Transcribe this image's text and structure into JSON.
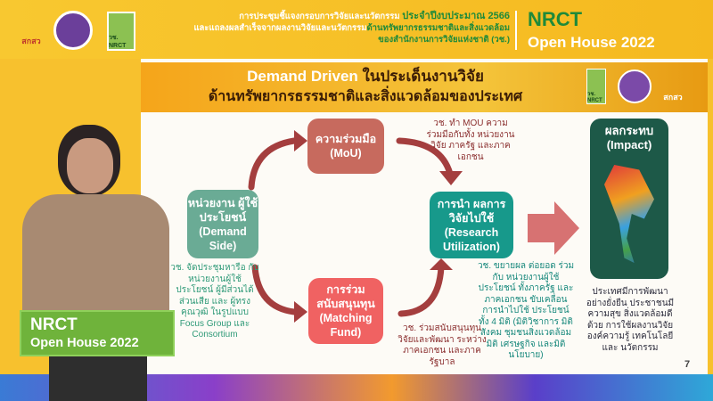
{
  "header": {
    "line1_prefix": "การประชุมชี้แจงกรอบการวิจัยและนวัตกรรม ",
    "line1_highlight": "ประจำปีงบประมาณ 2566",
    "line2_prefix": "และแถลงผลสำเร็จจากผลงานวิจัยและนวัตกรรม",
    "line2_highlight": "ด้านทรัพยากรธรรมชาติและสิ่งแวดล้อม",
    "line3": "ของสำนักงานการวิจัยแห่งชาติ (วช.)",
    "event_title": "NRCT",
    "event_subtitle": "Open House 2022",
    "logos": {
      "tsri": "สกสว",
      "nrct": "วช. NRCT"
    }
  },
  "slide": {
    "title_en": "Demand Driven",
    "title_th1": " ในประเด็นงานวิจัย",
    "title_th2": "ด้านทรัพยากรธรรมชาติและสิ่งแวดล้อมของประเทศ",
    "logo_nrct": "วช. NRCT",
    "logo_tsri": "สกสว",
    "boxes": {
      "demand": "หน่วยงาน ผู้ใช้ประโยชน์ (Demand Side)",
      "mou": "ความร่วมมือ (MoU)",
      "matching": "การร่วม สนับสนุนทุน (Matching Fund)",
      "utilization": "การนำ ผลการวิจัยไปใช้ (Research Utilization)",
      "impact": "ผลกระทบ (Impact)"
    },
    "notes": {
      "mou": "วช. ทำ MOU ความร่วมมือกับทั้ง หน่วยงานวิจัย ภาครัฐ และภาคเอกชน",
      "demand": "วช. จัดประชุมหารือ กับหน่วยงานผู้ใช้ ประโยชน์ ผู้มีส่วนได้ ส่วนเสีย และ ผู้ทรงคุณวุฒิ ในรูปแบบ Focus Group และ Consortium",
      "matching": "วช. ร่วมสนับสนุนทุน วิจัยและพัฒนา ระหว่างภาคเอกชน และภาครัฐบาล",
      "utilization": "วช. ขยายผล ต่อยอด ร่วมกับ หน่วยงานผู้ใช้ประโยชน์ ทั้งภาครัฐ และภาคเอกชน ขับเคลื่อนการนำไปใช้ ประโยชน์ ทั้ง 4 มิติ (มิติวิชาการ มิติสังคม ชุมชนสิ่งแวดล้อม มิติ เศรษฐกิจ และมิตินโยบาย)",
      "impact": "ประเทศมีการพัฒนา อย่างยั่งยืน ประชาชนมีความสุข สิ่งแวดล้อมดี ด้วย การใช้ผลงานวิจัย องค์ความรู้ เทคโนโลยี และ นวัตกรรม"
    },
    "page_number": "7"
  },
  "lower_third": {
    "title": "NRCT",
    "subtitle": "Open House 2022"
  },
  "colors": {
    "demand": "#6aab95",
    "mou": "#c76a5e",
    "matching": "#f06262",
    "utilization": "#17998b",
    "impact": "#1d5948",
    "arrow": "#a43e3e",
    "big_arrow": "#d77272"
  }
}
